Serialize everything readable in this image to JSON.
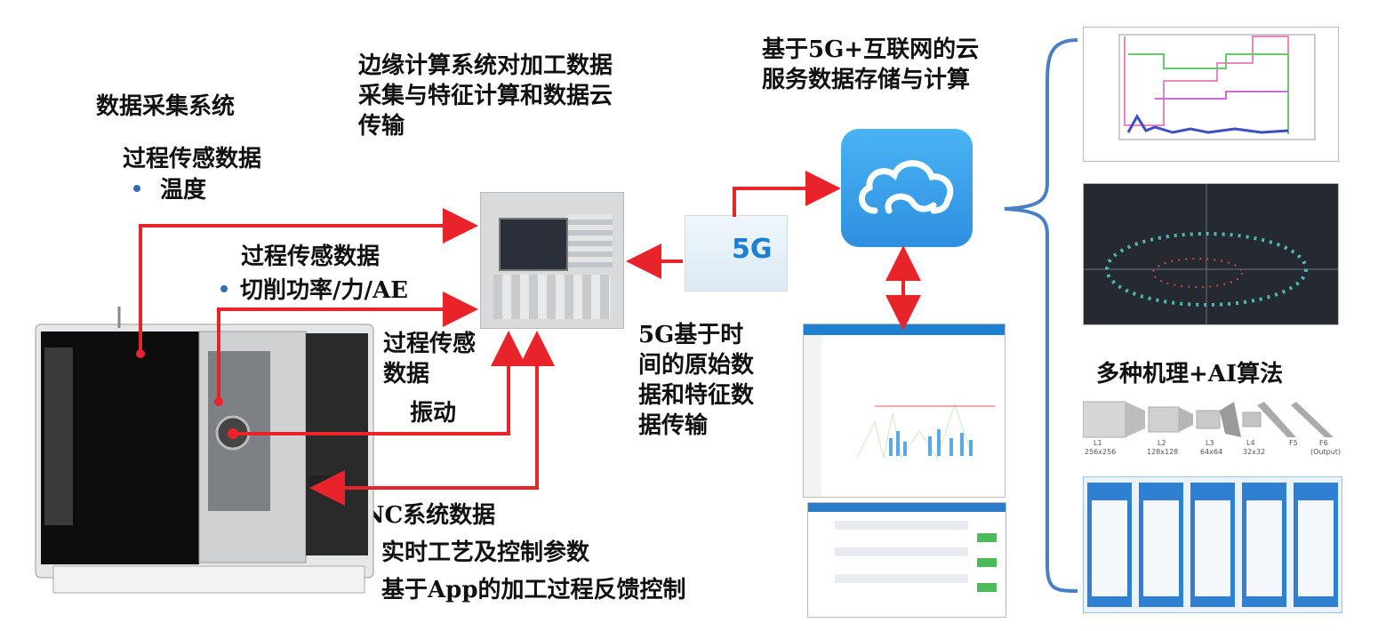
{
  "labels": {
    "data_acquisition": "数据采集系统",
    "process_sensor_1": "过程传感数据",
    "temp": "温度",
    "process_sensor_2": "过程传感数据",
    "cutting": "切削功率/力/AE",
    "process_sensor_3a": "过程传感",
    "process_sensor_3b": "数据",
    "vibration": "振动",
    "cnc_title": "CNC系统数据",
    "cnc_item1": "实时工艺及控制参数",
    "cnc_item2": "基于App的加工过程反馈控制",
    "edge_l1": "边缘计算系统对加工数据",
    "edge_l2": "采集与特征计算和数据云",
    "edge_l3": "传输",
    "cloud_l1": "基于5G+互联网的云",
    "cloud_l2": "服务数据存储与计算",
    "trans_l1": "5G基于时",
    "trans_l2": "间的原始数",
    "trans_l3": "据和特征数",
    "trans_l4": "据传输",
    "algo": "多种机理+AI算法",
    "fiveg": "5G"
  },
  "cnn_layers": [
    "L1",
    "L2",
    "L3",
    "L4",
    "F5",
    "F6"
  ],
  "cnn_dims": [
    "256x256",
    "128x128",
    "64x64",
    "32x32",
    "",
    "(Output)"
  ],
  "colors": {
    "arrow": "#e8232a",
    "bullet_blue": "#2f6db5",
    "bullet_green": "#2aa84a",
    "bracket": "#4b7fc4",
    "cloud": "#3aa0ea"
  }
}
